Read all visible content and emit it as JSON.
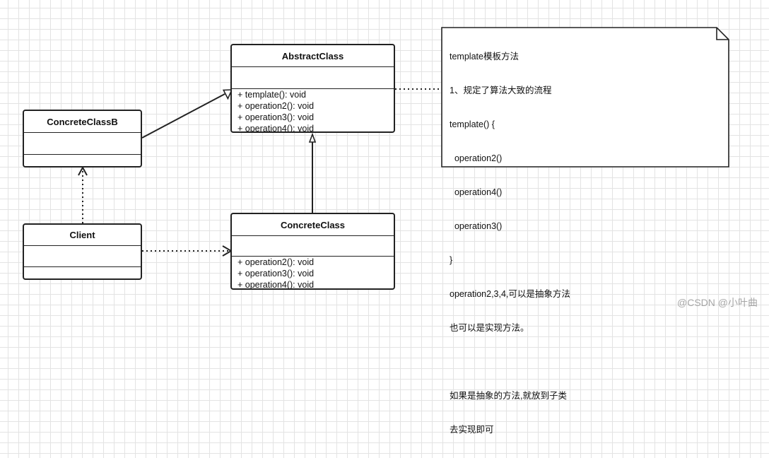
{
  "classes": {
    "abstract": {
      "name": "AbstractClass",
      "operations": [
        "+ template(): void",
        "+ operation2(): void",
        "+ operation3(): void",
        "+ operation4(): void"
      ]
    },
    "concreteB": {
      "name": "ConcreteClassB"
    },
    "concrete": {
      "name": "ConcreteClass",
      "operations": [
        "+ operation2(): void",
        "+ operation3(): void",
        "+ operation4(): void"
      ]
    },
    "client": {
      "name": "Client"
    }
  },
  "note": {
    "lines": [
      "template模板方法",
      "1、规定了算法大致的流程",
      "template() {",
      "  operation2()",
      "  operation4()",
      "  operation3()",
      "}",
      "operation2,3,4,可以是抽象方法",
      "也可以是实现方法。",
      "",
      "如果是抽象的方法,就放到子类",
      "去实现即可"
    ]
  },
  "watermark": "@CSDN @小叶曲"
}
